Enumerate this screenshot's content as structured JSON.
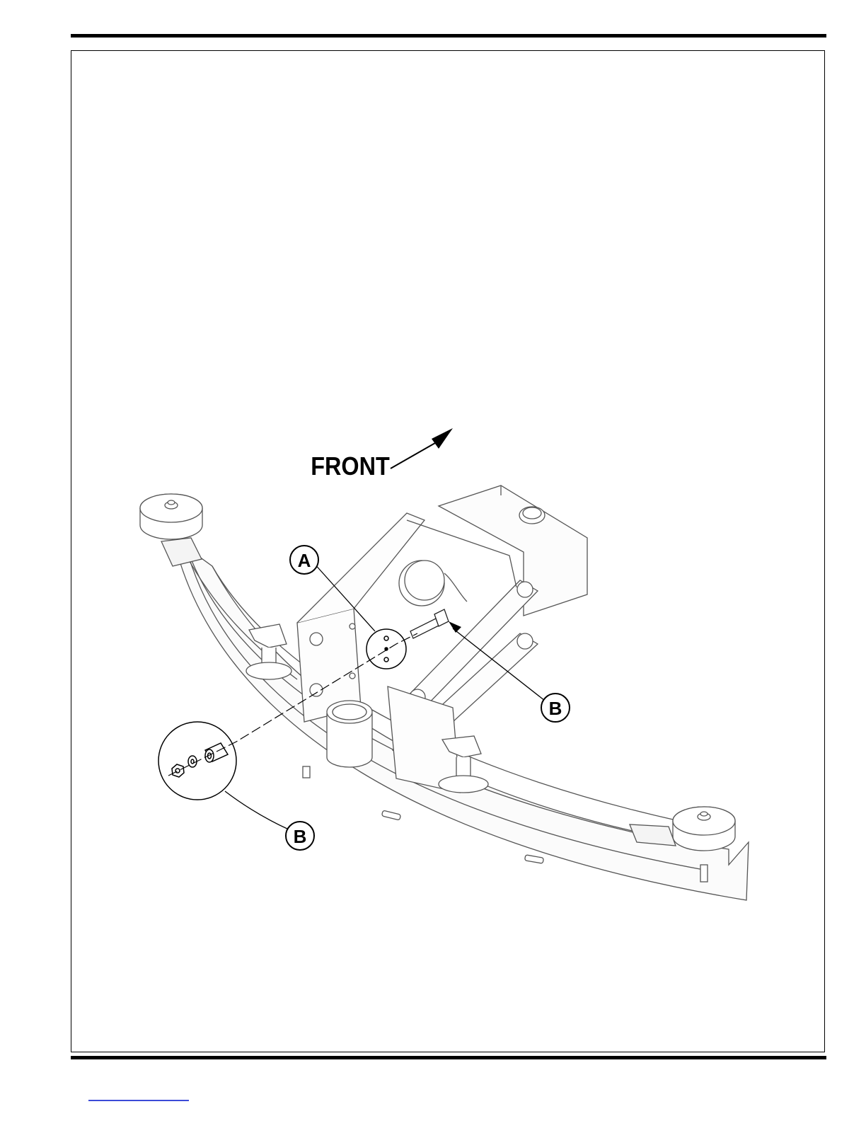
{
  "figure": {
    "direction_label": "FRONT",
    "callouts": {
      "a": "A",
      "b_right": "B",
      "b_left": "B"
    }
  },
  "colors": {
    "line": "#000000",
    "part_line": "#555555",
    "link_rule": "#3b4bd8"
  }
}
